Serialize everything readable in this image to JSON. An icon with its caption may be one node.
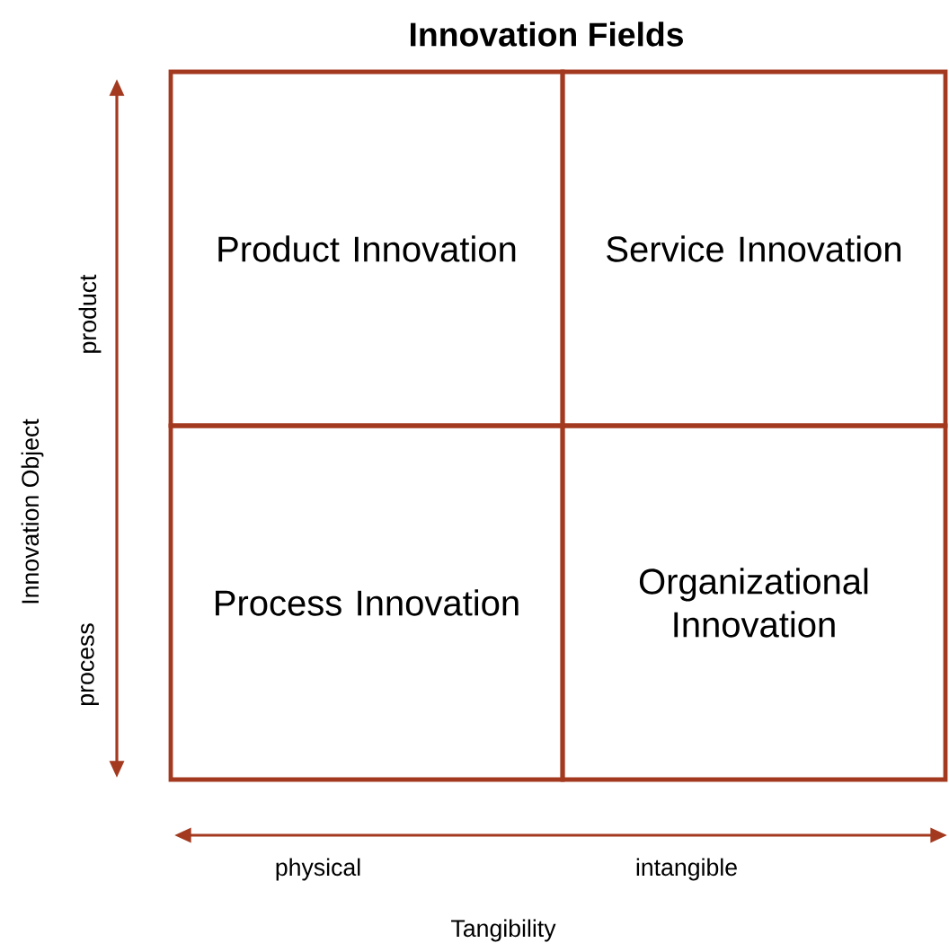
{
  "diagram": {
    "title": "Innovation Fields",
    "nodes": [
      {
        "text": [
          "Product Innovation"
        ]
      },
      {
        "text": [
          "Service Innovation"
        ]
      },
      {
        "text": [
          "Process Innovation"
        ]
      },
      {
        "text": [
          "Organizational Innovation"
        ]
      }
    ],
    "labels": [
      "product",
      "process",
      "Innovation Object",
      "physical",
      "intangible",
      "Tangibility"
    ]
  }
}
